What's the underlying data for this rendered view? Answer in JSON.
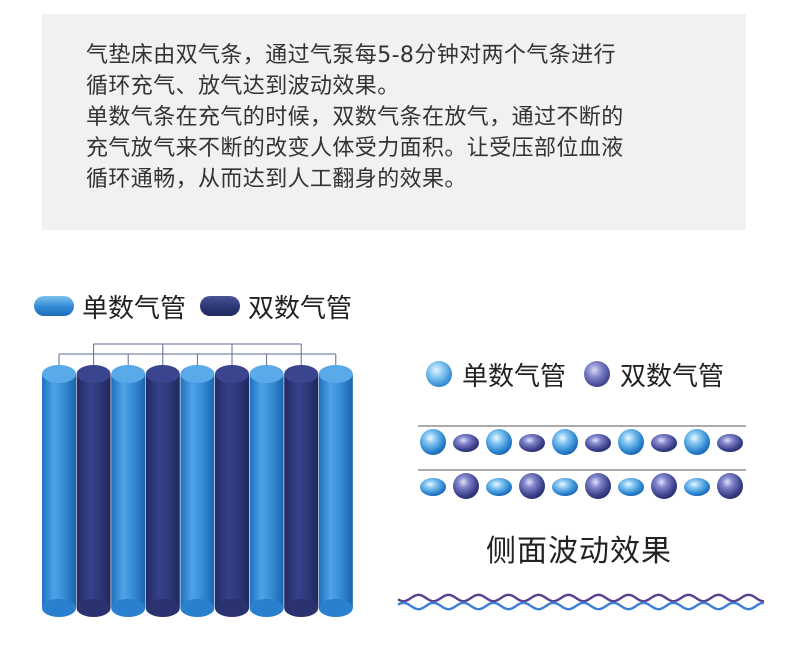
{
  "intro": {
    "lines": [
      "气垫床由双气条，通过气泵每5-8分钟对两个气条进行",
      "循环充气、放气达到波动效果。",
      "单数气条在充气的时候，双数气条在放气，通过不断的",
      "充气放气来不断的改变人体受力面积。让受压部位血液",
      "循环通畅，从而达到人工翻身的效果。"
    ]
  },
  "legend_top": {
    "single_label": "单数气管",
    "double_label": "双数气管"
  },
  "legend_right": {
    "single_label": "单数气管",
    "double_label": "双数气管"
  },
  "side_title": "侧面波动效果",
  "colors": {
    "single": "#2f8ad4",
    "double": "#2c3674",
    "box_bg": "#f1f1f1",
    "wave_blue": "#3a7fd0",
    "wave_purple": "#5a3f8e"
  },
  "tubes": [
    "single",
    "double",
    "single",
    "double",
    "single",
    "double",
    "single",
    "double",
    "single"
  ],
  "balls_row1": [
    "big-single",
    "small-double",
    "big-single",
    "small-double",
    "big-single",
    "small-double",
    "big-single",
    "small-double",
    "big-single",
    "small-double"
  ],
  "balls_row2": [
    "small-single",
    "big-double",
    "small-single",
    "big-double",
    "small-single",
    "big-double",
    "small-single",
    "big-double",
    "small-single",
    "big-double"
  ]
}
